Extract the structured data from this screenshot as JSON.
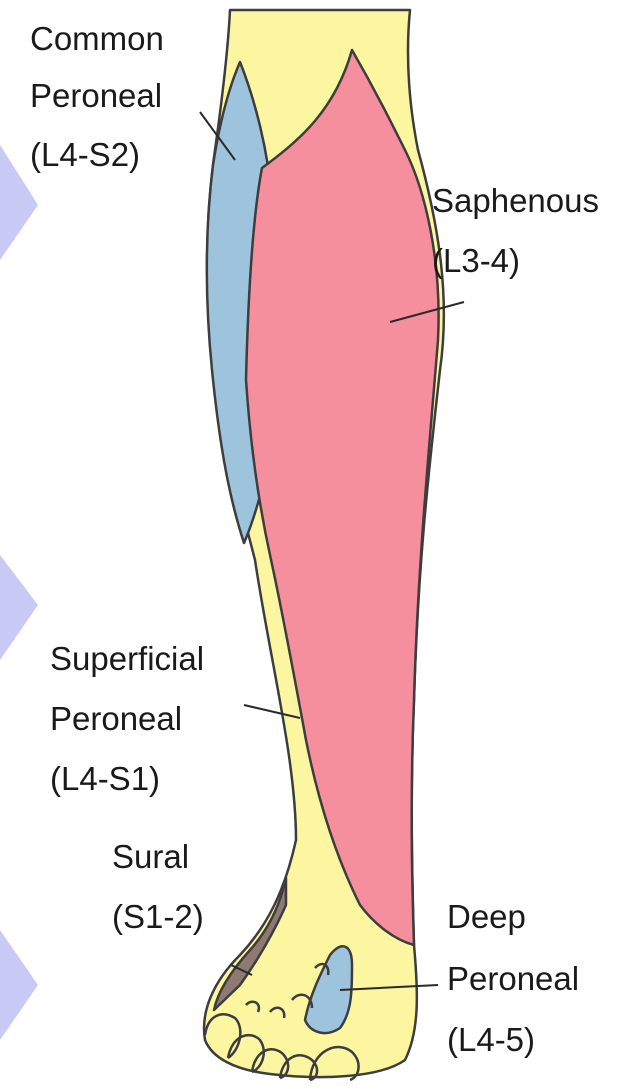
{
  "labels": {
    "common_peroneal": {
      "name": "Common",
      "name2": "Peroneal",
      "root": "(L4-S2)"
    },
    "saphenous": {
      "name": "Saphenous",
      "root": "(L3-4)"
    },
    "superficial_peroneal": {
      "name": "Superficial",
      "name2": "Peroneal",
      "root": "(L4-S1)"
    },
    "sural": {
      "name": "Sural",
      "root": "(S1-2)"
    },
    "deep_peroneal": {
      "name": "Deep",
      "name2": "Peroneal",
      "root": "(L4-5)"
    }
  },
  "colors": {
    "common_peroneal": "#9ec4dd",
    "saphenous": "#f58f9e",
    "superficial_peroneal": "#fdf6a0",
    "sural": "#8f7a72",
    "deep_peroneal": "#9ec4dd",
    "slide_marker": "#c9c9f5"
  }
}
